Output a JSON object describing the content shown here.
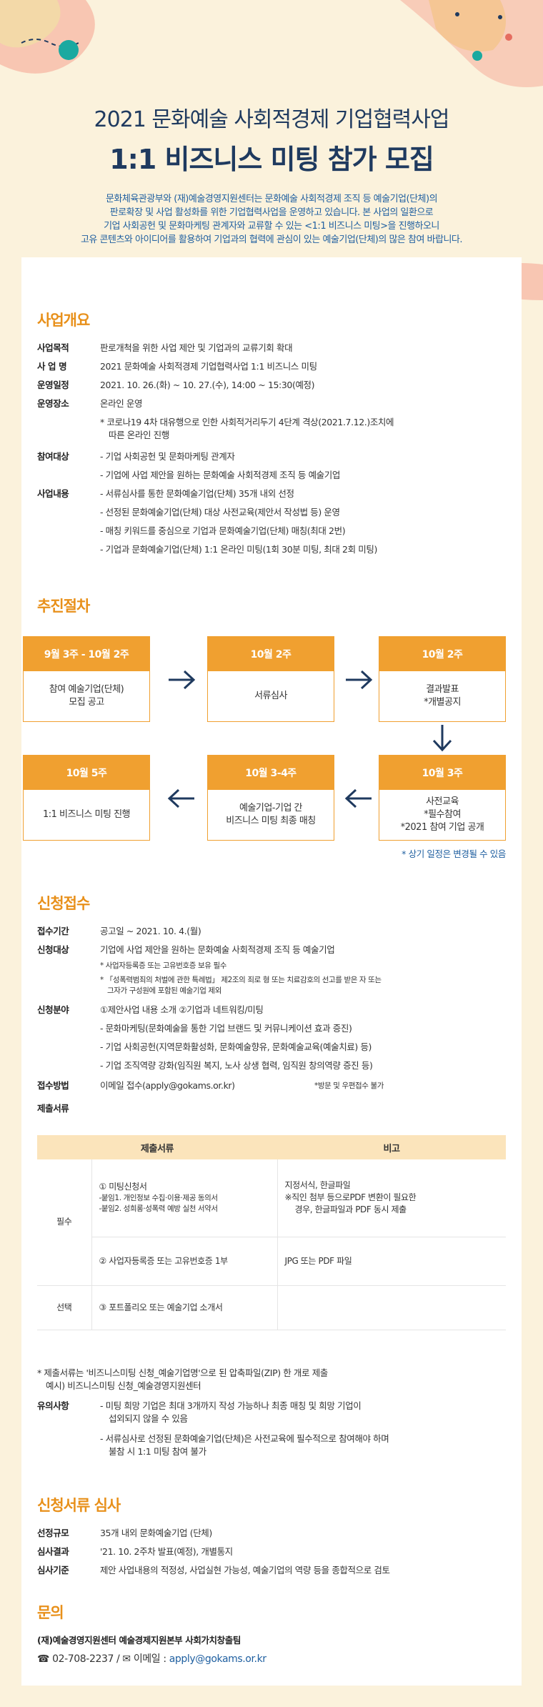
{
  "header": {
    "line1": "2021 문화예술 사회적경제 기업협력사업",
    "line2": "1:1 비즈니스 미팅 참가 모집",
    "intro": [
      "문화체육관광부와 (재)예술경영지원센터는 문화예술 사회적경제 조직 등 예술기업(단체)의",
      "판로확장 및 사업 활성화를 위한 기업협력사업을 운영하고 있습니다. 본 사업의 일환으로",
      "기업 사회공헌 및 문화마케팅 관계자와 교류할 수 있는 <1:1 비즈니스 미팅>을 진행하오니",
      "고유 콘텐츠와 아이디어를 활용하여 기업과의 협력에 관심이 있는 예술기업(단체)의 많은 참여 바랍니다."
    ]
  },
  "overview": {
    "title": "사업개요",
    "purpose_k": "사업목적",
    "purpose_v": "판로개척을 위한 사업 제안 및 기업과의 교류기회 확대",
    "name_k": "사 업 명",
    "name_v": "2021 문화예술 사회적경제 기업협력사업 1:1 비즈니스 미팅",
    "schedule_k": "운영일정",
    "schedule_v": "2021. 10. 26.(화) ~ 10. 27.(수), 14:00 ~ 15:30(예정)",
    "place_k": "운영장소",
    "place_v": "온라인 운영",
    "place_note1": "* 코로나19 4차 대유행으로 인한 사회적거리두기 4단계 격상(2021.7.12.)조치에",
    "place_note2": "따른 온라인 진행",
    "target_k": "참여대상",
    "target_v1": "- 기업 사회공헌 및 문화마케팅 관계자",
    "target_v2": "- 기업에 사업 제안을 원하는 문화예술 사회적경제 조직 등 예술기업",
    "content_k": "사업내용",
    "content_v1": "- 서류심사를 통한 문화예술기업(단체) 35개 내외 선정",
    "content_v2": "- 선정된 문화예술기업(단체) 대상 사전교육(제안서 작성법 등) 운영",
    "content_v3": "- 매칭 키워드를 중심으로 기업과 문화예술기업(단체) 매칭(최대 2번)",
    "content_v4": "- 기업과 문화예술기업(단체) 1:1 온라인 미팅(1회 30분 미팅, 최대 2회 미팅)"
  },
  "process": {
    "title": "추진절차",
    "steps": [
      {
        "when": "9월 3주 - 10월 2주",
        "what1": "참여 예술기업(단체)",
        "what2": "모집 공고",
        "what3": ""
      },
      {
        "when": "10월 2주",
        "what1": "서류심사",
        "what2": "",
        "what3": ""
      },
      {
        "when": "10월 2주",
        "what1": "결과발표",
        "what2": "*개별공지",
        "what3": ""
      },
      {
        "when": "10월 3주",
        "what1": "사전교육",
        "what2": "*필수참여",
        "what3": "*2021 참여 기업 공개"
      },
      {
        "when": "10월 3-4주",
        "what1": "예술기업-기업 간",
        "what2": "비즈니스 미팅 최종 매칭",
        "what3": ""
      },
      {
        "when": "10월 5주",
        "what1": "1:1 비즈니스 미팅 진행",
        "what2": "",
        "what3": ""
      }
    ],
    "note": "* 상기 일정은 변경될 수 있음"
  },
  "apply": {
    "title": "신청접수",
    "period_k": "접수기간",
    "period_v": "공고일 ~ 2021. 10. 4.(월)",
    "target_k": "신청대상",
    "target_v": "기업에 사업 제안을 원하는 문화예술 사회적경제 조직 등 예술기업",
    "target_n1": "* 사업자등록증 또는 고유번호증 보유 필수",
    "target_n2": "* 「성폭력범죄의 처벌에 관한 특례법」 제2조의 죄로 형 또는 치료감호의 선고를 받은 자 또는",
    "target_n3": "그자가 구성원에 포함된 예술기업 제외",
    "field_k": "신청분야",
    "field_v1": "①제안사업 내용 소개 ②기업과 네트워킹/미팅",
    "field_v2": "- 문화마케팅(문화예술을 통한 기업 브랜드 및 커뮤니케이션 효과 증진)",
    "field_v3": "- 기업 사회공헌(지역문화활성화, 문화예술향유, 문화예술교육(예술치료) 등)",
    "field_v4": "- 기업 조직역량 강화(임직원 복지, 노사 상생 협력, 임직원 창의역량 증진 등)",
    "method_k": "접수방법",
    "method_v": "이메일 접수(apply@gokams.or.kr)",
    "method_n": "*방문 및 우편접수 불가",
    "docs_k": "제출서류",
    "th1": "제출서류",
    "th2": "비고",
    "req_label": "필수",
    "opt_label": "선택",
    "r1a": "① 미팅신청서",
    "r1b": "-붙임1. 개인정보 수집·이용·제공 동의서",
    "r1c": "-붙임2. 성희롱·성폭력 예방 실천 서약서",
    "r1n1": "지정서식, 한글파일",
    "r1n2": "※직인 첨부 등으로PDF 변환이 필요한",
    "r1n3": "경우, 한글파일과 PDF 동시 제출",
    "r2a": "② 사업자등록증 또는 고유번호증 1부",
    "r2n": "JPG 또는 PDF 파일",
    "r3a": "③ 포트폴리오 또는 예술기업 소개서",
    "docs_note1": "* 제출서류는 '비즈니스미팅 신청_예술기업명'으로 된 압축파일(ZIP) 한 개로 제출",
    "docs_note2": "예시) 비즈니스미팅 신청_예술경영지원센터",
    "caution_k": "유의사항",
    "caution_v1": "- 미팅 희망 기업은 최대 3개까지 작성 가능하나 최종 매칭 및 희망 기업이",
    "caution_v2": "섭외되지 않을 수 있음",
    "caution_v3": "- 서류심사로 선정된 문화예술기업(단체)은 사전교육에 필수적으로 참여해야 하며",
    "caution_v4": "불참 시 1:1 미팅 참여 불가"
  },
  "review": {
    "title": "신청서류 심사",
    "scale_k": "선정규모",
    "scale_v": "35개 내외 문화예술기업 (단체)",
    "result_k": "심사결과",
    "result_v": "'21. 10. 2주차 발표(예정), 개별통지",
    "criteria_k": "심사기준",
    "criteria_v": "제안 사업내용의 적정성, 사업실현 가능성, 예술기업의 역량 등을 종합적으로 검토"
  },
  "contact": {
    "title": "문의",
    "org": "(재)예술경영지원센터 예술경제지원본부 사회가치창출팀",
    "phone": "02-708-2237 /",
    "email_label": "이메일 :",
    "email": "apply@gokams.or.kr"
  },
  "colors": {
    "accent": "#f0a030",
    "title_orange": "#e8901a",
    "navy": "#1f3a5f",
    "blue": "#1f5fa0",
    "bg": "#fbf2dc"
  }
}
